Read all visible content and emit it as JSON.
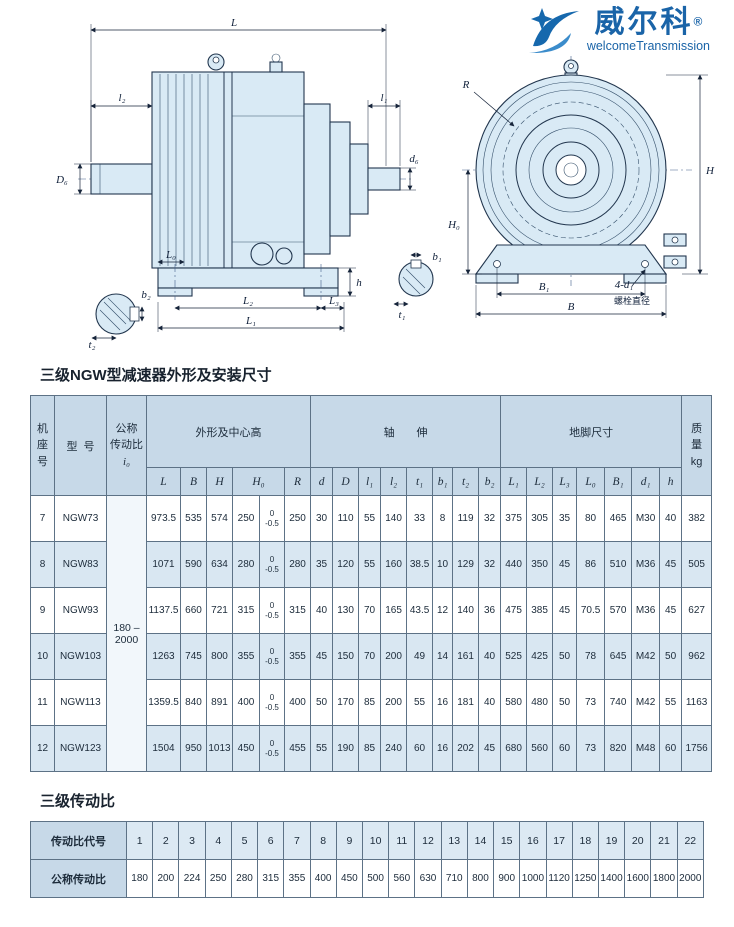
{
  "logo": {
    "brand": "威尔科",
    "reg": "®",
    "tagline": "welcomeTransmission"
  },
  "drawings": {
    "side": {
      "L": "L",
      "l2": "l₂",
      "l1": "l₁",
      "D6": "D₆",
      "d6": "d₆",
      "L0": "L₀",
      "h": "h",
      "L2": "L₂",
      "L3": "L₃",
      "L1": "L₁",
      "b2": "b₂",
      "t2": "t₂"
    },
    "front": {
      "R": "R",
      "H": "H",
      "H0": "H₀",
      "B1": "B₁",
      "B": "B",
      "d1_note": "4-d₁",
      "bolt_note": "螺栓直径",
      "b1": "b₁",
      "t1": "t₁"
    }
  },
  "section1_title": "三级NGW型减速器外形及安装尺寸",
  "main_table": {
    "frame_header": [
      "机",
      "座",
      "号"
    ],
    "model_header": "型  号",
    "ratio_header": [
      "公称",
      "传动比",
      "i₀"
    ],
    "outline_group": "外形及中心高",
    "shaft_group": "轴　　伸",
    "foot_group": "地脚尺寸",
    "mass_header": [
      "质",
      "量",
      "kg"
    ],
    "sub_headers": [
      "L",
      "B",
      "H",
      "H₀",
      "R",
      "d",
      "D",
      "l₁",
      "l₂",
      "t₁",
      "b₁",
      "t₂",
      "b₂",
      "L₁",
      "L₂",
      "L₃",
      "L₀",
      "B₁",
      "d₁",
      "h"
    ],
    "ratio_value": [
      "180 –",
      "2000"
    ],
    "rows": [
      {
        "frame": "7",
        "model": "NGW73",
        "before": [
          "973.5",
          "535",
          "574",
          "250"
        ],
        "tol": [
          "0",
          "-0.5"
        ],
        "after": [
          "250",
          "30",
          "110",
          "55",
          "140",
          "33",
          "8",
          "119",
          "32",
          "375",
          "305",
          "35",
          "80",
          "465",
          "M30",
          "40"
        ],
        "mass": "382"
      },
      {
        "frame": "8",
        "model": "NGW83",
        "before": [
          "1071",
          "590",
          "634",
          "280"
        ],
        "tol": [
          "0",
          "-0.5"
        ],
        "after": [
          "280",
          "35",
          "120",
          "55",
          "160",
          "38.5",
          "10",
          "129",
          "32",
          "440",
          "350",
          "45",
          "86",
          "510",
          "M36",
          "45"
        ],
        "mass": "505"
      },
      {
        "frame": "9",
        "model": "NGW93",
        "before": [
          "1137.5",
          "660",
          "721",
          "315"
        ],
        "tol": [
          "0",
          "-0.5"
        ],
        "after": [
          "315",
          "40",
          "130",
          "70",
          "165",
          "43.5",
          "12",
          "140",
          "36",
          "475",
          "385",
          "45",
          "70.5",
          "570",
          "M36",
          "45"
        ],
        "mass": "627"
      },
      {
        "frame": "10",
        "model": "NGW103",
        "before": [
          "1263",
          "745",
          "800",
          "355"
        ],
        "tol": [
          "0",
          "-0.5"
        ],
        "after": [
          "355",
          "45",
          "150",
          "70",
          "200",
          "49",
          "14",
          "161",
          "40",
          "525",
          "425",
          "50",
          "78",
          "645",
          "M42",
          "50"
        ],
        "mass": "962"
      },
      {
        "frame": "11",
        "model": "NGW113",
        "before": [
          "1359.5",
          "840",
          "891",
          "400"
        ],
        "tol": [
          "0",
          "-0.5"
        ],
        "after": [
          "400",
          "50",
          "170",
          "85",
          "200",
          "55",
          "16",
          "181",
          "40",
          "580",
          "480",
          "50",
          "73",
          "740",
          "M42",
          "55"
        ],
        "mass": "1163"
      },
      {
        "frame": "12",
        "model": "NGW123",
        "before": [
          "1504",
          "950",
          "1013",
          "450"
        ],
        "tol": [
          "0",
          "-0.5"
        ],
        "after": [
          "455",
          "55",
          "190",
          "85",
          "240",
          "60",
          "16",
          "202",
          "45",
          "680",
          "560",
          "60",
          "73",
          "820",
          "M48",
          "60"
        ],
        "mass": "1756"
      }
    ]
  },
  "section2_title": "三级传动比",
  "ratio_table": {
    "row1_label": "传动比代号",
    "row2_label": "公称传动比",
    "codes": [
      "1",
      "2",
      "3",
      "4",
      "5",
      "6",
      "7",
      "8",
      "9",
      "10",
      "11",
      "12",
      "13",
      "14",
      "15",
      "16",
      "17",
      "18",
      "19",
      "20",
      "21",
      "22"
    ],
    "ratios": [
      "180",
      "200",
      "224",
      "250",
      "280",
      "315",
      "355",
      "400",
      "450",
      "500",
      "560",
      "630",
      "710",
      "800",
      "900",
      "1000",
      "1120",
      "1250",
      "1400",
      "1600",
      "1800",
      "2000"
    ]
  }
}
